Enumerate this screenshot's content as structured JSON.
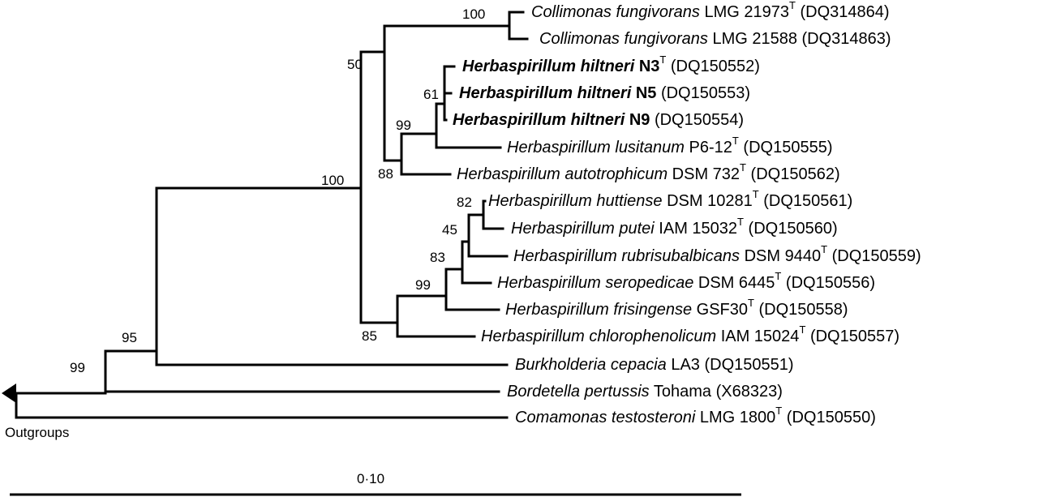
{
  "taxa": [
    {
      "species": "Collimonas fungivorans",
      "strain": "LMG 21973",
      "type_strain": true,
      "accession": "(DQ314864)",
      "bold": false
    },
    {
      "species": "Collimonas fungivorans",
      "strain": "LMG 21588",
      "type_strain": false,
      "accession": "(DQ314863)",
      "bold": false
    },
    {
      "species": "Herbaspirillum hiltneri",
      "strain": "N3",
      "type_strain": true,
      "accession": "(DQ150552)",
      "bold": true
    },
    {
      "species": "Herbaspirillum hiltneri",
      "strain": "N5",
      "type_strain": false,
      "accession": "(DQ150553)",
      "bold": true
    },
    {
      "species": "Herbaspirillum hiltneri",
      "strain": "N9",
      "type_strain": false,
      "accession": "(DQ150554)",
      "bold": true
    },
    {
      "species": "Herbaspirillum lusitanum",
      "strain": "P6-12",
      "type_strain": true,
      "accession": "(DQ150555)",
      "bold": false
    },
    {
      "species": "Herbaspirillum autotrophicum",
      "strain": "DSM 732",
      "type_strain": true,
      "accession": "(DQ150562)",
      "bold": false
    },
    {
      "species": "Herbaspirillum huttiense",
      "strain": "DSM 10281",
      "type_strain": true,
      "accession": "(DQ150561)",
      "bold": false
    },
    {
      "species": "Herbaspirillum putei",
      "strain": "IAM 15032",
      "type_strain": true,
      "accession": "(DQ150560)",
      "bold": false
    },
    {
      "species": "Herbaspirillum rubrisubalbicans",
      "strain": "DSM 9440",
      "type_strain": true,
      "accession": "(DQ150559)",
      "bold": false
    },
    {
      "species": "Herbaspirillum seropedicae",
      "strain": "DSM 6445",
      "type_strain": true,
      "accession": "(DQ150556)",
      "bold": false
    },
    {
      "species": "Herbaspirillum frisingense",
      "strain": "GSF30",
      "type_strain": true,
      "accession": "(DQ150558)",
      "bold": false
    },
    {
      "species": "Herbaspirillum chlorophenolicum",
      "strain": "IAM 15024",
      "type_strain": true,
      "accession": "(DQ150557)",
      "bold": false
    },
    {
      "species": "Burkholderia cepacia",
      "strain": "LA3",
      "type_strain": false,
      "accession": "(DQ150551)",
      "bold": false
    },
    {
      "species": "Bordetella pertussis",
      "strain": "Tohama",
      "type_strain": false,
      "accession": "(X68323)",
      "bold": false
    },
    {
      "species": "Comamonas testosteroni",
      "strain": "LMG 1800",
      "type_strain": true,
      "accession": "(DQ150550)",
      "bold": false
    }
  ],
  "type_superscript": "T",
  "bootstrap": [
    "100",
    "50",
    "61",
    "99",
    "88",
    "100",
    "82",
    "45",
    "83",
    "99",
    "85",
    "95",
    "99"
  ],
  "outgroup_label": "Outgroups",
  "scale_label": "0·10",
  "scale_value": 0.1
}
